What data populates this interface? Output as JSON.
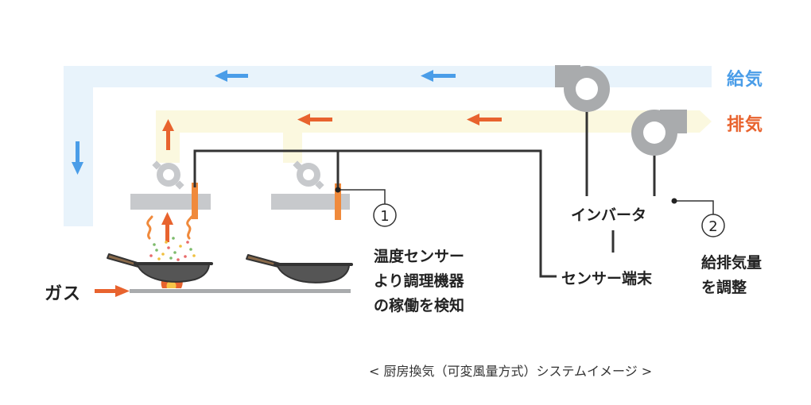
{
  "legend": {
    "supply_label": "給気",
    "exhaust_label": "排気"
  },
  "labels": {
    "gas": "ガス",
    "inverter": "インバータ",
    "sensor_terminal": "センサー端末",
    "step1_number": "1",
    "step2_number": "2",
    "step1_text": [
      "温度センサー",
      "より調理機器",
      "の稼働を検知"
    ],
    "step2_text": [
      "給排気量",
      "を調整"
    ],
    "caption": "< 厨房換気（可変風量方式）システムイメージ >"
  },
  "colors": {
    "supply_duct": "#e8f3fb",
    "supply_arrow": "#4a9de8",
    "supply_text": "#4a9de8",
    "exhaust_duct": "#fbf8df",
    "exhaust_arrow": "#e8632e",
    "exhaust_text": "#e8632e",
    "equipment_gray": "#c7c9cc",
    "fan_gray": "#a9abad",
    "wire": "#333333",
    "sensor_orange": "#f08a3c"
  }
}
